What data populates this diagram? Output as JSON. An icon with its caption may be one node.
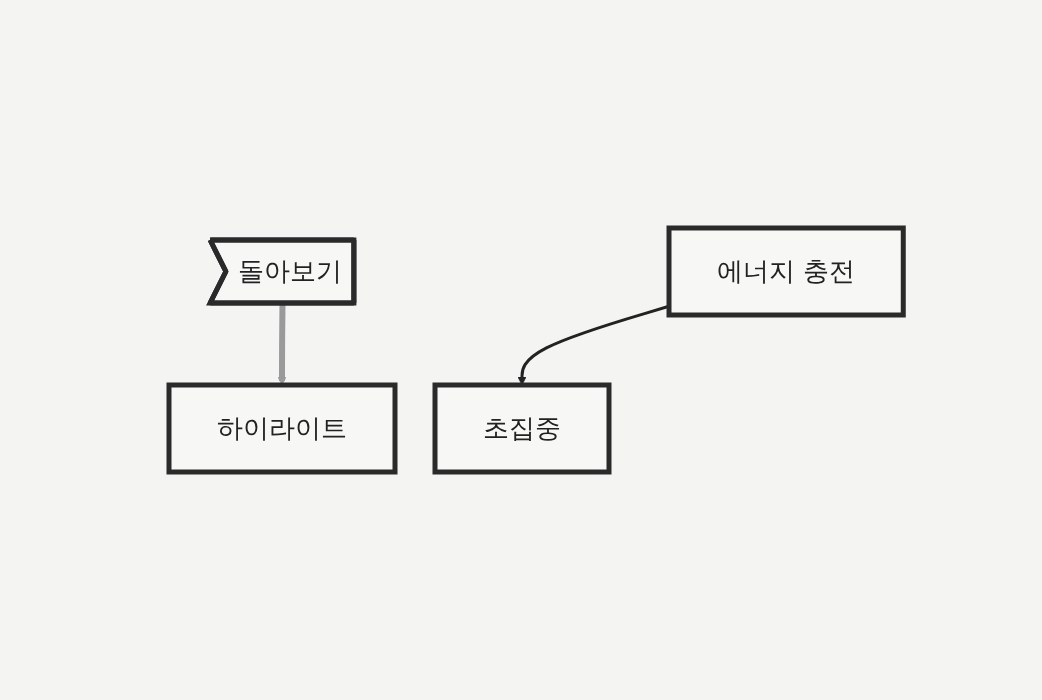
{
  "diagram": {
    "nodes": [
      {
        "text": [
          "하이라이트"
        ]
      },
      {
        "text": [
          "초집중"
        ]
      },
      {
        "text": [
          "돌아보기"
        ]
      },
      {
        "text": [
          "에너지 충전"
        ]
      }
    ],
    "edges": [
      {
        "from": 3,
        "to": 1,
        "arrow": "to"
      },
      {
        "from": 2,
        "to": 0,
        "arrow": "to",
        "style": "thick",
        "color": "#9a9a9a"
      }
    ]
  }
}
